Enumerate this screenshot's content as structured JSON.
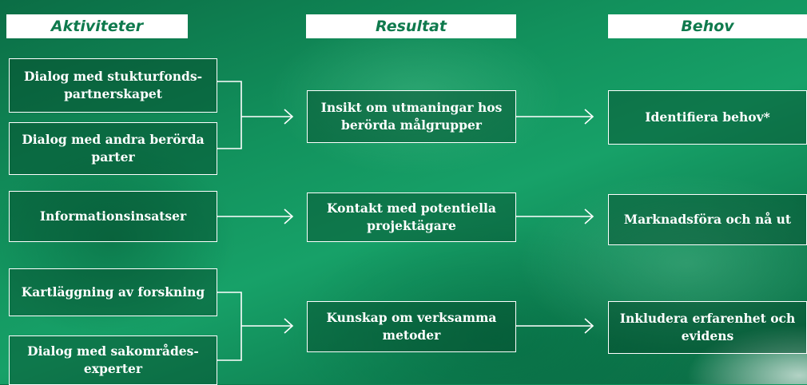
{
  "headers": {
    "activities": "Aktiviteter",
    "results": "Resultat",
    "needs": "Behov"
  },
  "activities": {
    "dialog_partnership": "Dialog med stukturfonds-partnerskapet",
    "dialog_parties": "Dialog med andra berörda parter",
    "information": "Informationsinsatser",
    "mapping_research": "Kartläggning av forskning",
    "dialog_experts": "Dialog med sakområdes-experter"
  },
  "results": {
    "insight": "Insikt om utmaningar hos berörda målgrupper",
    "contact": "Kontakt med potentiella projektägare",
    "knowledge": "Kunskap om verksamma metoder"
  },
  "needs": {
    "identify": "Identifiera behov*",
    "market": "Marknadsföra och nå ut",
    "include": "Inkludera erfarenhet och evidens"
  },
  "colors": {
    "header_text": "#0f7a4d",
    "line": "#ffffff",
    "box_border": "#ffffff"
  }
}
